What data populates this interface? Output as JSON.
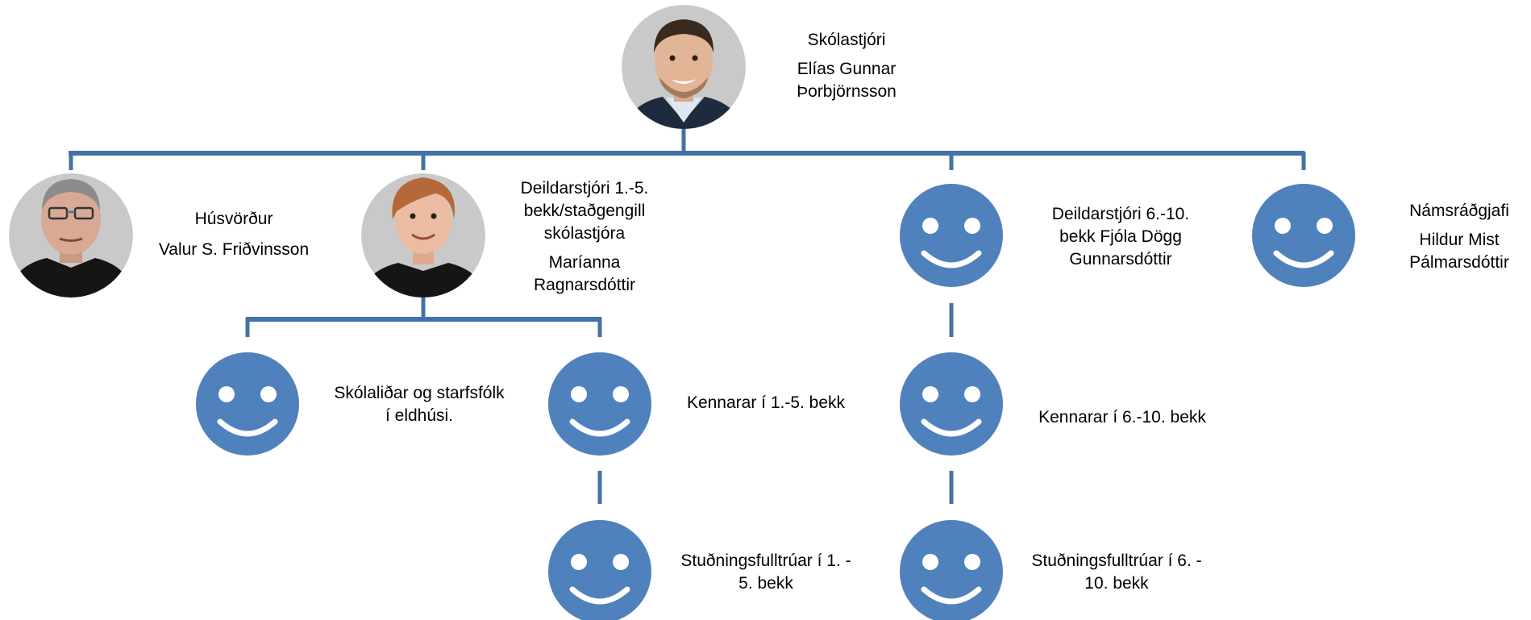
{
  "colors": {
    "connector": "#4472a8",
    "icon_fill": "#4f81bd",
    "icon_features": "#ffffff",
    "photo_background": "#c9c9c9",
    "text": "#000000"
  },
  "nodes": {
    "principal": {
      "icon": "person-photo-man-suit",
      "title": "Skólastjóri",
      "name_lines": [
        "Elías Gunnar",
        "Þorbjörnsson"
      ]
    },
    "caretaker": {
      "icon": "person-photo-man-glasses",
      "title": "Húsvörður",
      "name_lines": [
        "Valur S. Friðvinsson"
      ]
    },
    "deputy_head_1_5": {
      "icon": "person-photo-woman",
      "title_lines": [
        "Deildarstjóri 1.-5.",
        "bekk/staðgengill",
        "skólastjóra"
      ],
      "name_lines": [
        "Maríanna",
        "Ragnarsdóttir"
      ]
    },
    "head_6_10": {
      "icon": "smiley-face-icon",
      "lines": [
        "Deildarstjóri 6.-10.",
        "bekk Fjóla Dögg",
        "Gunnarsdóttir"
      ]
    },
    "counselor": {
      "icon": "smiley-face-icon",
      "title": "Námsráðgjafi",
      "name_lines": [
        "Hildur Mist",
        "Pálmarsdóttir"
      ]
    },
    "school_assistants": {
      "icon": "smiley-face-icon",
      "lines": [
        "Skólaliðar og starfsfólk",
        "í eldhúsi."
      ]
    },
    "teachers_1_5": {
      "icon": "smiley-face-icon",
      "lines": [
        "Kennarar í 1.-5. bekk"
      ]
    },
    "teachers_6_10": {
      "icon": "smiley-face-icon",
      "lines": [
        "Kennarar í 6.-10. bekk"
      ]
    },
    "support_1_5": {
      "icon": "smiley-face-icon",
      "lines": [
        "Stuðningsfulltrúar í 1. -",
        "5. bekk"
      ]
    },
    "support_6_10": {
      "icon": "smiley-face-icon",
      "lines": [
        "Stuðningsfulltrúar í 6. -",
        "10. bekk"
      ]
    }
  }
}
